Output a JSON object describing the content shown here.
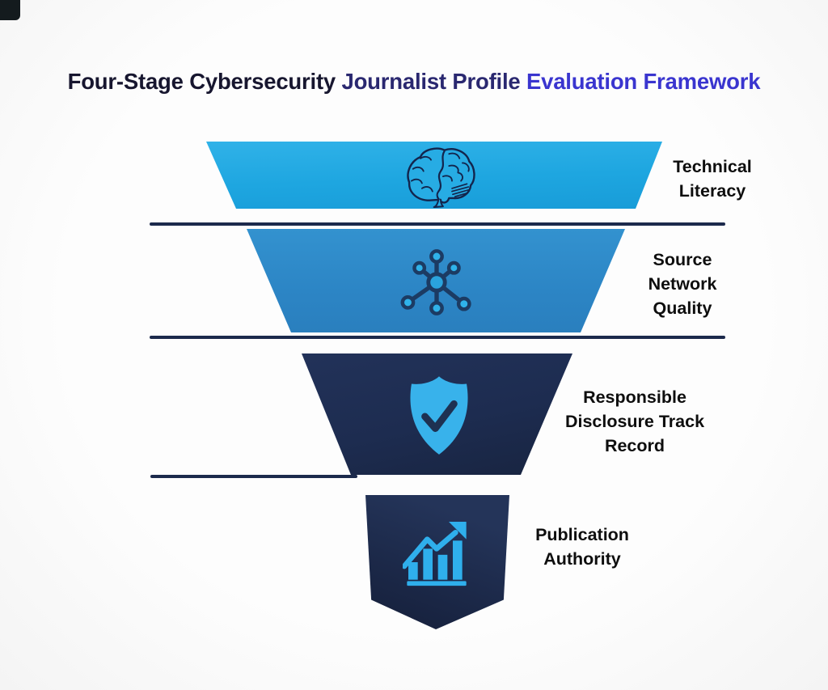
{
  "page": {
    "background": "#fbfbfb"
  },
  "title": {
    "part1": "Four-Stage Cybersecurity ",
    "part2": "Journalist Profile ",
    "part3": "Evaluation Framework",
    "part1_color": "#17162f",
    "part2_color": "#2a2870",
    "part3_color": "#3a35cf"
  },
  "funnel": {
    "type": "inverted-funnel",
    "stage_count": 4,
    "stages": [
      {
        "id": 1,
        "label": "Technical\nLiteracy",
        "icon": "brain-icon",
        "fill": "#21a8e1"
      },
      {
        "id": 2,
        "label": "Source\nNetwork\nQuality",
        "icon": "network-hub-icon",
        "fill": "#2d88c8"
      },
      {
        "id": 3,
        "label": "Responsible\nDisclosure Track\nRecord",
        "icon": "shield-check-icon",
        "fill": "#1d2c50"
      },
      {
        "id": 4,
        "label": "Publication\nAuthority",
        "icon": "bar-chart-growth-icon",
        "fill": "#1c2949"
      }
    ],
    "separator_color": "#1c2a4c",
    "icon_accent_color": "#2fb0e9",
    "icon_line_color": "#1c3b63",
    "label_color": "#0e0e0e"
  }
}
